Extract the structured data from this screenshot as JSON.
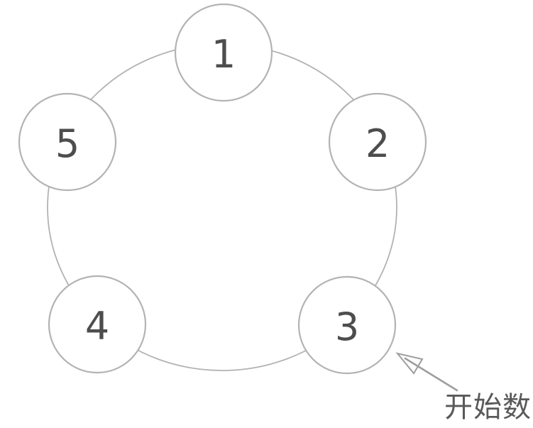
{
  "figure": {
    "nodes": [
      {
        "label": "1"
      },
      {
        "label": "2"
      },
      {
        "label": "3"
      },
      {
        "label": "4"
      },
      {
        "label": "5"
      }
    ],
    "annotation": {
      "label": "开始数",
      "target_node": "3"
    },
    "colors": {
      "circle_stroke": "#b3b3b3",
      "number_text": "#4d4d4d",
      "arrow": "#9e9e9e",
      "annotation_text": "#595959"
    }
  }
}
